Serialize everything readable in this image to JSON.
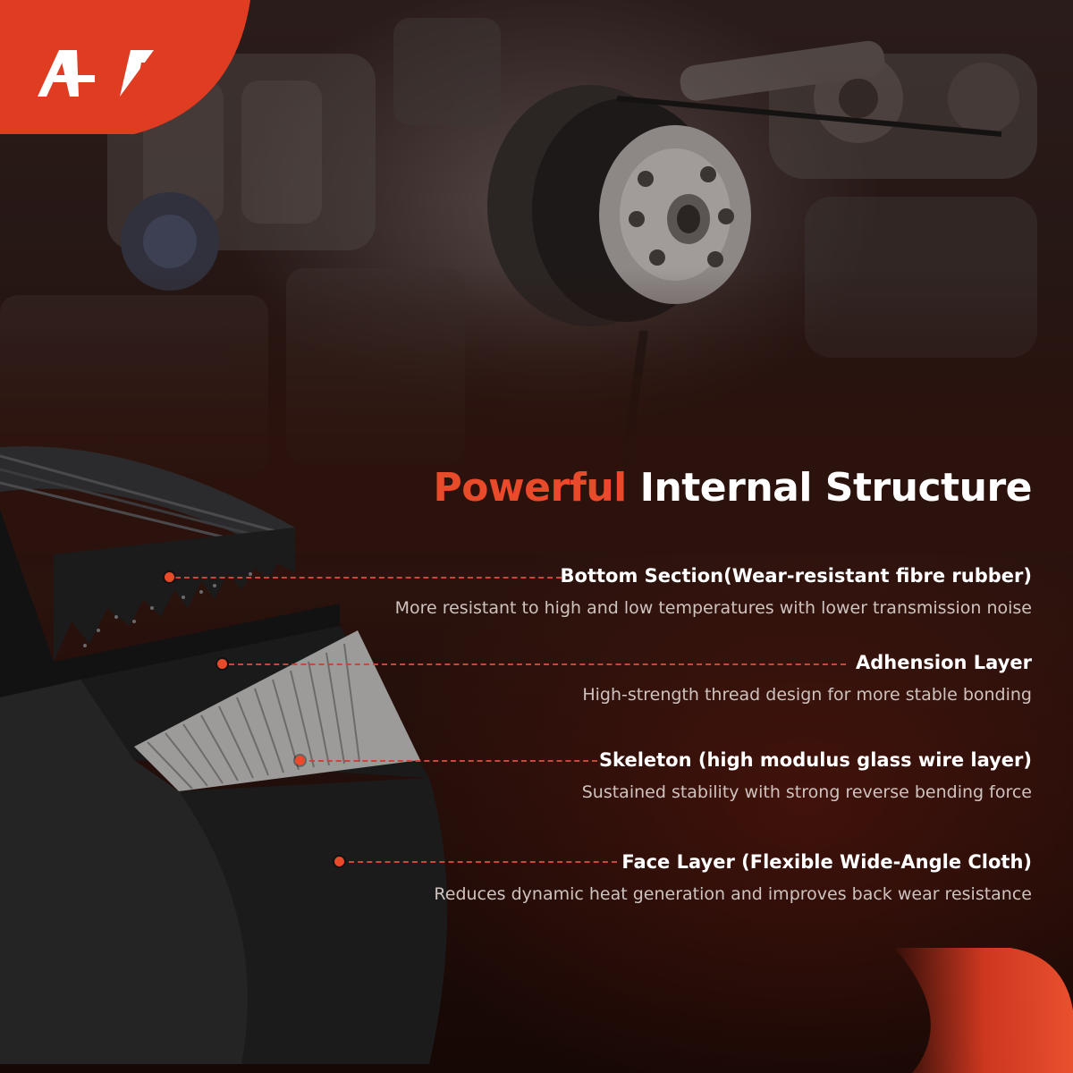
{
  "title": {
    "accent": "Powerful",
    "rest": "Internal Structure"
  },
  "features": [
    {
      "name": "Bottom Section(Wear-resistant fibre rubber)",
      "description": "More resistant to high and low temperatures with lower transmission noise"
    },
    {
      "name": "Adhension Layer",
      "description": "High-strength thread design for more stable bonding"
    },
    {
      "name": "Skeleton (high modulus glass wire layer)",
      "description": "Sustained stability with strong reverse bending force"
    },
    {
      "name": "Face Layer (Flexible Wide-Angle Cloth)",
      "description": "Reduces dynamic heat generation and improves back wear resistance"
    }
  ],
  "colors": {
    "accent": "#e84a2a",
    "heading": "#ffffff",
    "body_text": "#cfc3bf",
    "background_dark": "#1f0c08"
  },
  "images": {
    "background": "engine-bay-photo",
    "product": "serpentine-belt-cross-section",
    "brand_mark": "a-premium-logo"
  }
}
